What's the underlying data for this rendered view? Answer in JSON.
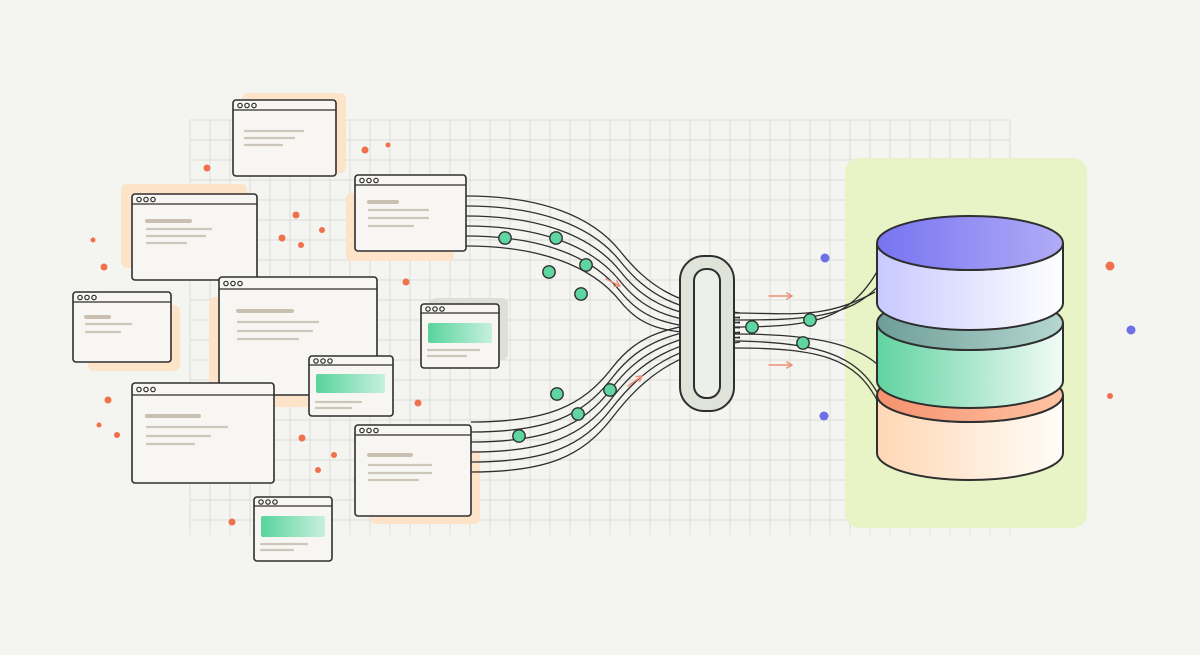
{
  "colors": {
    "background": "#f4f4f0",
    "grid": "#dcdcd7",
    "outline": "#2f2f2f",
    "window_fill": "#f7f6f2",
    "window_shadow": "#fde4c8",
    "window_shadow_gray": "#dedfd6",
    "text_line": "#cdc6ba",
    "text_line_dark": "#c9c0b2",
    "accent_green": "#5fd6a2",
    "accent_green_light": "#d8f5e8",
    "dot_orange": "#f0714c",
    "dot_blue": "#6d6fe5",
    "arrow": "#ec8f76",
    "connector_fill": "#dfe3d9",
    "database_panel": "#e8f3c6",
    "disk_top_a": "#7f7df0",
    "disk_top_b": "#a6a1f4",
    "disk_side_light": "#f1f2ff",
    "disk_green": "#6fd6a8",
    "disk_green_light": "#eaf8f1",
    "disk_peach": "#f8a887",
    "disk_peach_light": "#fff7ec",
    "disk_teal_band": "#7fa8a2"
  },
  "diagram": {
    "sources": [
      "source-window",
      "source-window",
      "source-window",
      "source-window",
      "source-window",
      "source-window",
      "source-window",
      "source-window",
      "source-window",
      "source-window",
      "source-window"
    ],
    "flow_nodes": [
      "data-node",
      "data-node",
      "data-node",
      "data-node",
      "data-node",
      "data-node",
      "data-node",
      "data-node",
      "data-node",
      "data-node",
      "data-node",
      "data-node"
    ],
    "gateway": "connector-gate",
    "destination": "database-stack",
    "icons": [
      "window-dots-icon",
      "arrow-icon"
    ]
  }
}
